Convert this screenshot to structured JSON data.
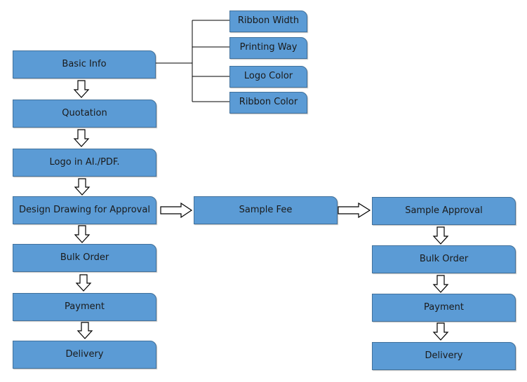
{
  "diagram": {
    "main_flow": [
      {
        "id": "basic-info",
        "label": "Basic Info"
      },
      {
        "id": "quotation",
        "label": "Quotation"
      },
      {
        "id": "logo-file",
        "label": "Logo in AI./PDF."
      },
      {
        "id": "design-drawing",
        "label": "Design Drawing for Approval"
      },
      {
        "id": "bulk-order",
        "label": "Bulk Order"
      },
      {
        "id": "payment",
        "label": "Payment"
      },
      {
        "id": "delivery",
        "label": "Delivery"
      }
    ],
    "basic_info_details": [
      {
        "id": "ribbon-width",
        "label": "Ribbon Width"
      },
      {
        "id": "printing-way",
        "label": "Printing Way"
      },
      {
        "id": "logo-color",
        "label": "Logo Color"
      },
      {
        "id": "ribbon-color",
        "label": "Ribbon Color"
      }
    ],
    "sample_step": {
      "id": "sample-fee",
      "label": "Sample Fee"
    },
    "sample_flow": [
      {
        "id": "sample-approval",
        "label": "Sample Approval"
      },
      {
        "id": "bulk-order",
        "label": "Bulk Order"
      },
      {
        "id": "payment",
        "label": "Payment"
      },
      {
        "id": "delivery",
        "label": "Delivery"
      }
    ],
    "colors": {
      "box_fill": "#5b9bd5",
      "box_border": "#41719c",
      "connector": "#000000",
      "arrow_fill": "#ffffff"
    }
  }
}
